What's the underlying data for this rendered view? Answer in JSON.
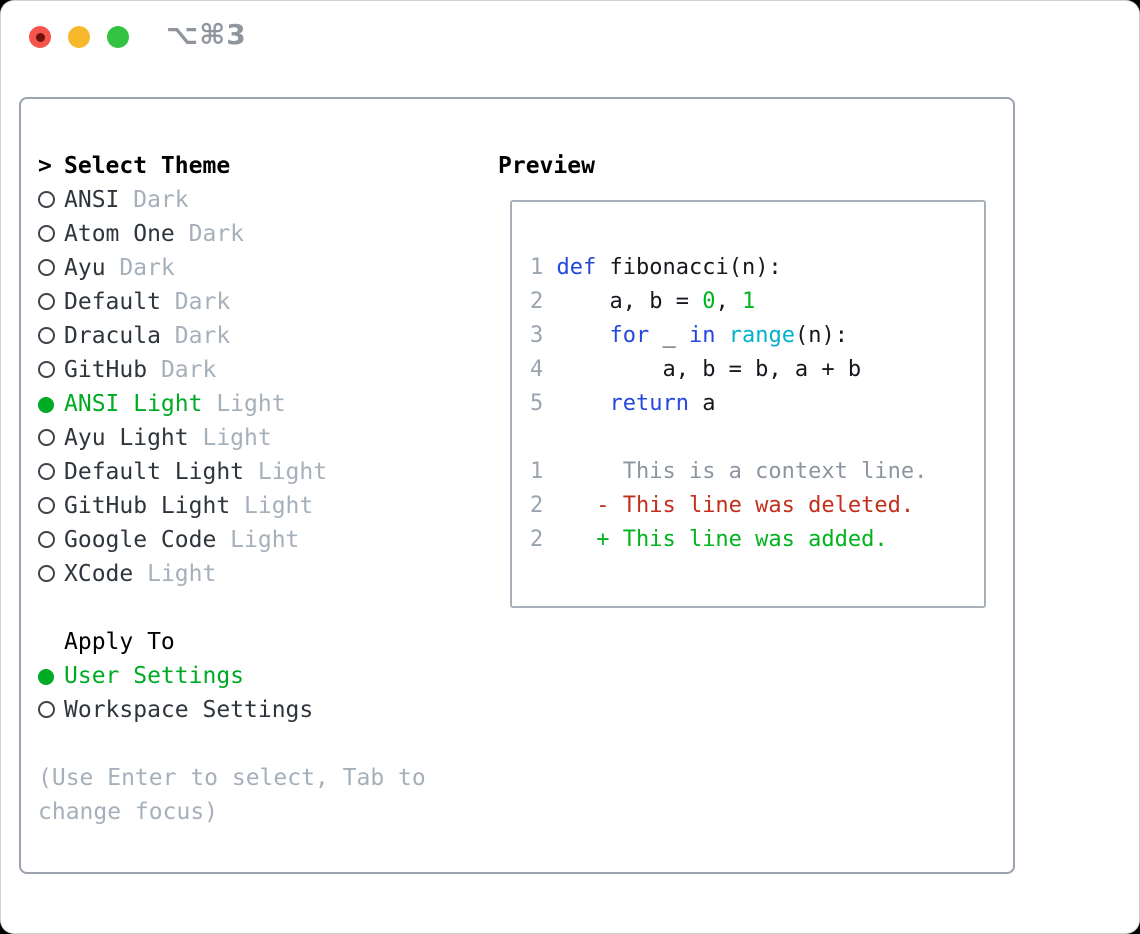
{
  "titlebar": {
    "title": "⌥⌘3",
    "buttons": [
      {
        "name": "close",
        "color": "#f4554d",
        "dot_color": "#6b120b"
      },
      {
        "name": "minimize",
        "color": "#f7b92c"
      },
      {
        "name": "maximize",
        "color": "#33c342"
      }
    ]
  },
  "colors": {
    "panel_border": "#9aa3ae",
    "preview_border": "#a8afb9",
    "text_primary": "#2f353c",
    "text_muted": "#a6b0bb",
    "green_ui": "#00ab24",
    "green_code": "#00b41e",
    "red_deleted": "#c2301c",
    "blue_keyword": "#2447dd",
    "cyan_builtin": "#00b2cc",
    "line_number_gray": "#9aa4ae",
    "context_gray": "#8d96a0"
  },
  "theme_selector": {
    "header_prefix": ">",
    "header": "Select Theme",
    "items": [
      {
        "name": "ANSI",
        "variant": "Dark",
        "selected": false
      },
      {
        "name": "Atom One",
        "variant": "Dark",
        "selected": false
      },
      {
        "name": "Ayu",
        "variant": "Dark",
        "selected": false
      },
      {
        "name": "Default",
        "variant": "Dark",
        "selected": false
      },
      {
        "name": "Dracula",
        "variant": "Dark",
        "selected": false
      },
      {
        "name": "GitHub",
        "variant": "Dark",
        "selected": false
      },
      {
        "name": "ANSI Light",
        "variant": "Light",
        "selected": true
      },
      {
        "name": "Ayu Light",
        "variant": "Light",
        "selected": false
      },
      {
        "name": "Default Light",
        "variant": "Light",
        "selected": false
      },
      {
        "name": "GitHub Light",
        "variant": "Light",
        "selected": false
      },
      {
        "name": "Google Code",
        "variant": "Light",
        "selected": false
      },
      {
        "name": "XCode",
        "variant": "Light",
        "selected": false
      }
    ]
  },
  "apply_to": {
    "header": "Apply To",
    "options": [
      {
        "label": "User Settings",
        "selected": true
      },
      {
        "label": "Workspace Settings",
        "selected": false
      }
    ]
  },
  "hint_lines": [
    "(Use Enter to select, Tab to",
    "change focus)"
  ],
  "preview": {
    "header": "Preview",
    "code": [
      {
        "num": "1",
        "tokens": [
          {
            "text": " "
          },
          {
            "text": "def",
            "type": "keyword"
          },
          {
            "text": " fibonacci(n):"
          }
        ]
      },
      {
        "num": "2",
        "tokens": [
          {
            "text": "     a, b = "
          },
          {
            "text": "0",
            "type": "number"
          },
          {
            "text": ", "
          },
          {
            "text": "1",
            "type": "number"
          }
        ]
      },
      {
        "num": "3",
        "tokens": [
          {
            "text": "     "
          },
          {
            "text": "for",
            "type": "keyword"
          },
          {
            "text": " _ "
          },
          {
            "text": "in",
            "type": "keyword"
          },
          {
            "text": " "
          },
          {
            "text": "range",
            "type": "builtin"
          },
          {
            "text": "(n):"
          }
        ]
      },
      {
        "num": "4",
        "tokens": [
          {
            "text": "         a, b = b, a + b"
          }
        ]
      },
      {
        "num": "5",
        "tokens": [
          {
            "text": "     "
          },
          {
            "text": "return",
            "type": "keyword"
          },
          {
            "text": " a"
          }
        ]
      }
    ],
    "diff": [
      {
        "num": "1",
        "text": "      This is a context line.",
        "type": "context"
      },
      {
        "num": "2",
        "text": "    - This line was deleted.",
        "type": "deleted"
      },
      {
        "num": "2",
        "text": "    + This line was added.",
        "type": "added"
      }
    ]
  }
}
